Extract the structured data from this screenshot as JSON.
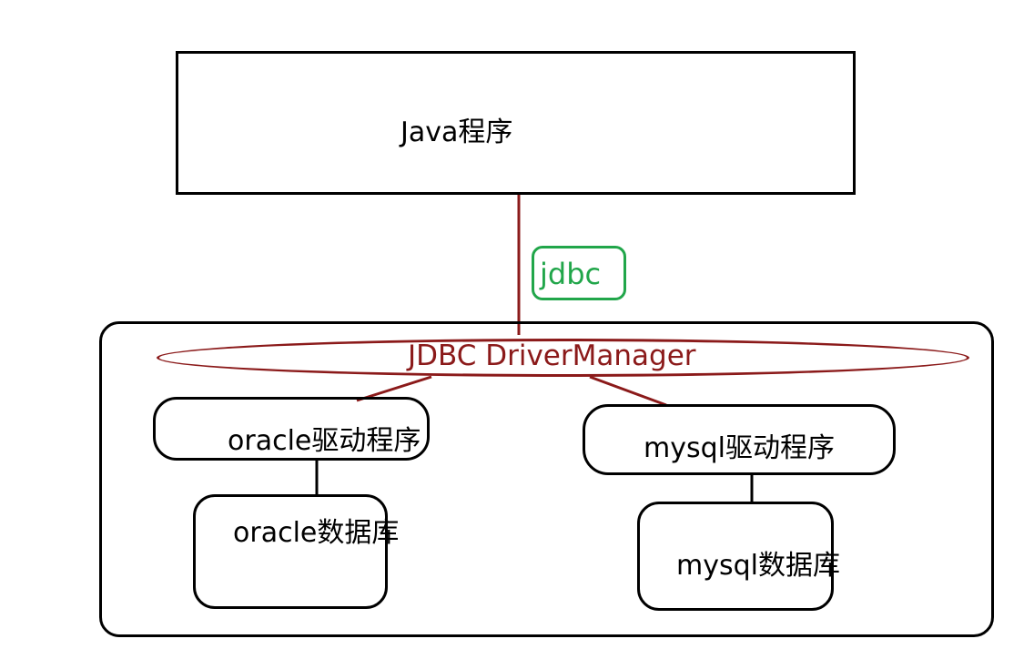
{
  "diagram": {
    "java_program": "Java程序",
    "jdbc": "jdbc",
    "driver_manager": "JDBC DriverManager",
    "oracle_driver": "oracle驱动程序",
    "mysql_driver": "mysql驱动程序",
    "oracle_db": "oracle数据库",
    "mysql_db": "mysql数据库"
  },
  "colors": {
    "jdbc_green": "#21a64a",
    "driver_manager_red": "#8b1a1a",
    "outline": "#000000"
  }
}
